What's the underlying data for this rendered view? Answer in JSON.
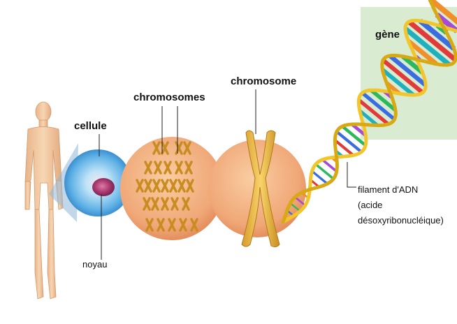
{
  "labels": {
    "cellule": "cellule",
    "noyau": "noyau",
    "chromosomes": "chromosomes",
    "chromosome": "chromosome",
    "gene": "gène",
    "adn": [
      "filament d'ADN",
      "(acide",
      "désoxyribonucléique)"
    ]
  },
  "colors": {
    "skin": "#f0c9a0",
    "cell": "#7fc6ef",
    "nucleus": "#b0457a",
    "circle_fill": "#f3b383",
    "chromosome": "#e8b24a",
    "gene_box": "#d9ecd2",
    "dna_backbone": "#f2c62a"
  },
  "icons": [
    "human-figure",
    "cell-icon",
    "chromosome-set-icon",
    "single-chromosome-icon",
    "dna-helix-icon"
  ]
}
